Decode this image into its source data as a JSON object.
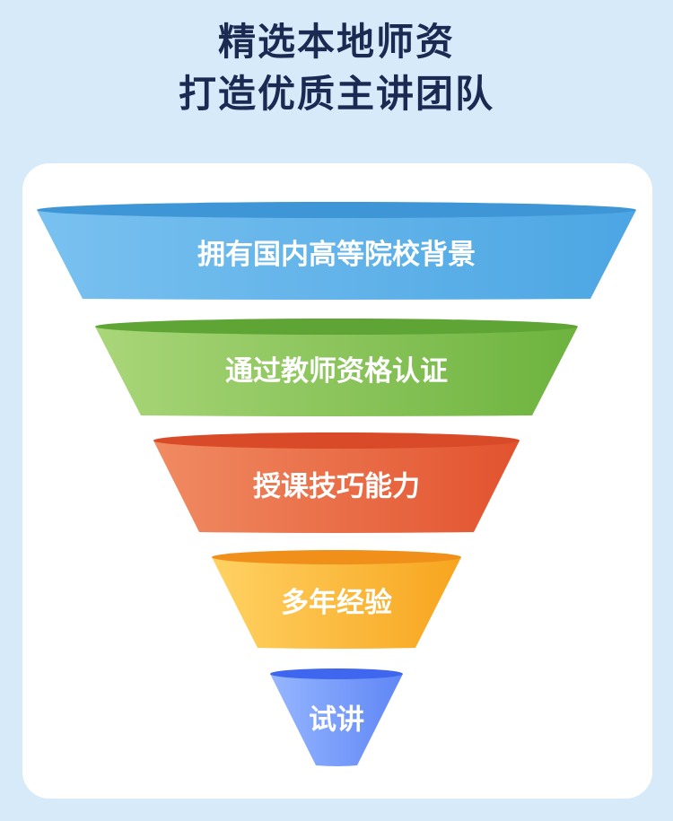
{
  "title": {
    "line1": "精选本地师资",
    "line2": "打造优质主讲团队"
  },
  "funnel": {
    "stages": [
      {
        "label": "拥有国内高等院校背景",
        "color_light": "#79c1f0",
        "color_dark": "#4ca6e3",
        "rim": "#3f96d6"
      },
      {
        "label": "通过教师资格认证",
        "color_light": "#a9d679",
        "color_dark": "#6db33e",
        "rim": "#5ea535"
      },
      {
        "label": "授课技巧能力",
        "color_light": "#f08b62",
        "color_dark": "#e2532f",
        "rim": "#d94a28"
      },
      {
        "label": "多年经验",
        "color_light": "#ffd263",
        "color_dark": "#f7a51e",
        "rim": "#f0901a"
      },
      {
        "label": "试讲",
        "color_light": "#96b6ff",
        "color_dark": "#5f86f5",
        "rim": "#3f66ee"
      }
    ]
  }
}
